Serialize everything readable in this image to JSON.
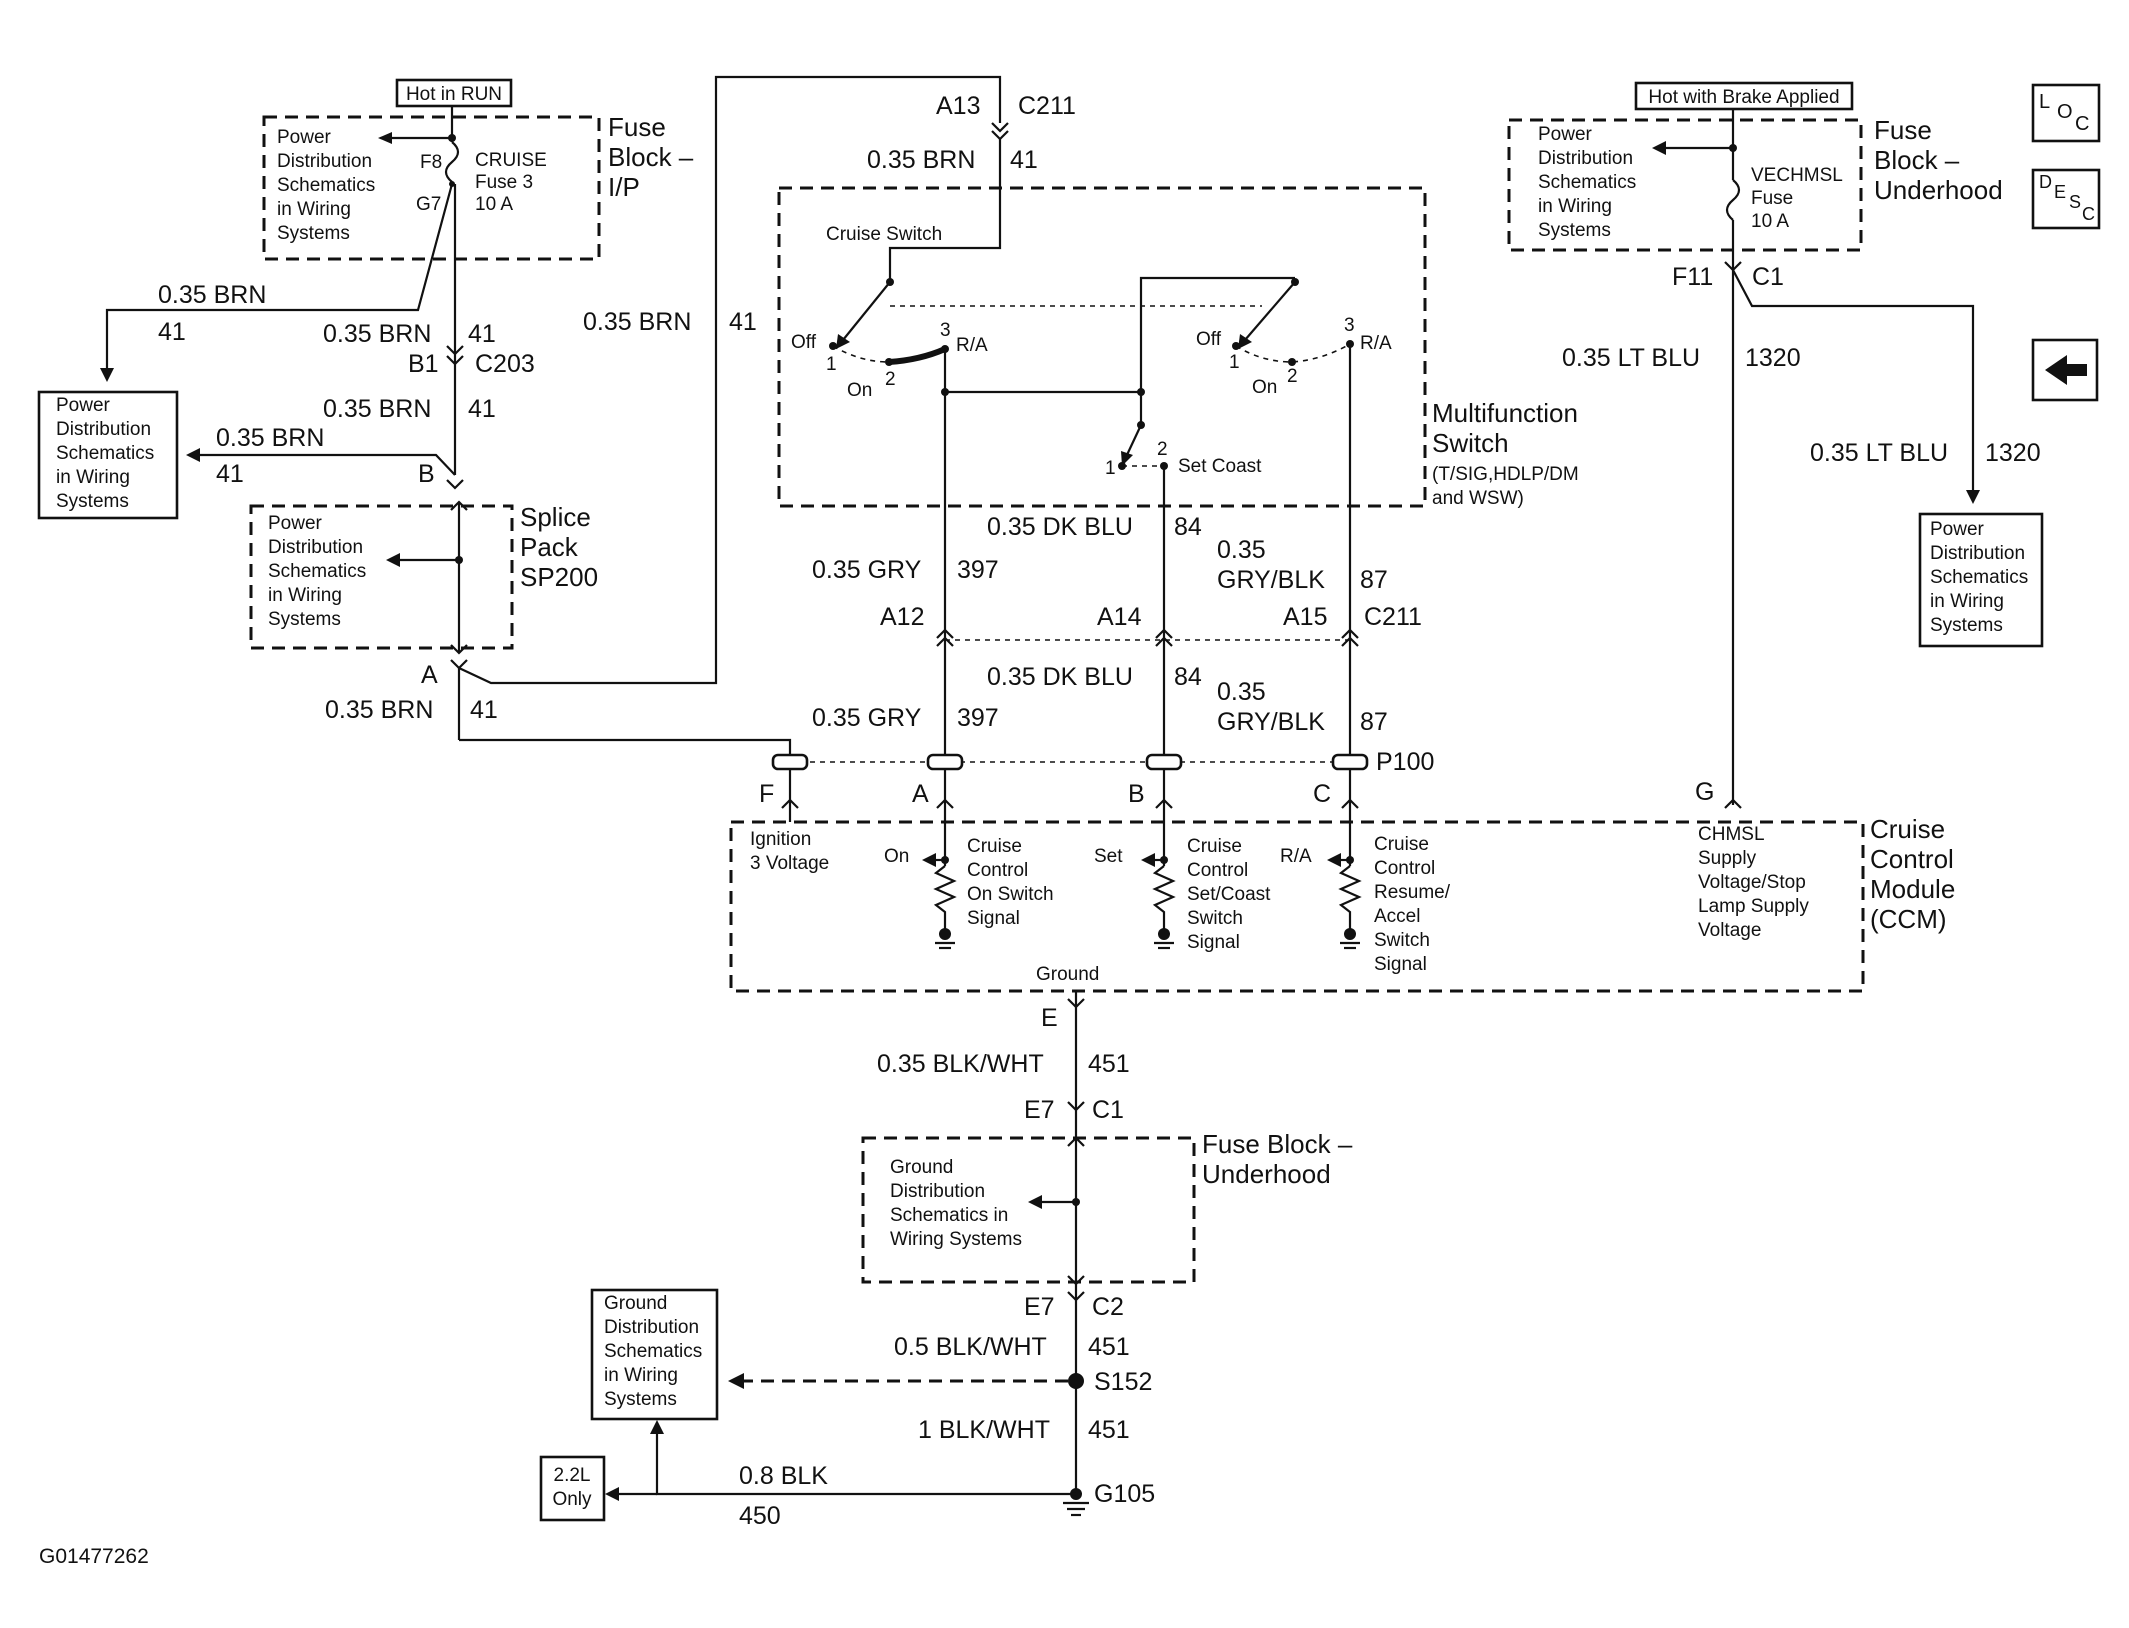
{
  "diagram": {
    "figure_id": "G01477262",
    "hot_in_run": "Hot in RUN",
    "hot_with_brake": "Hot with Brake Applied",
    "loc": {
      "l": "L",
      "o": "O",
      "c": "C"
    },
    "desc": {
      "d": "D",
      "e": "E",
      "s": "S",
      "c": "C"
    },
    "power_dist": [
      "Power",
      "Distribution",
      "Schematics",
      "in Wiring",
      "Systems"
    ],
    "ground_dist_inner": [
      "Ground",
      "Distribution",
      "Schematics in",
      "Wiring Systems"
    ],
    "ground_dist_box": [
      "Ground",
      "Distribution",
      "Schematics",
      "in Wiring",
      "Systems"
    ],
    "fuse_block_ip": [
      "Fuse",
      "Block –",
      "I/P"
    ],
    "fuse_block_uh_top": [
      "Fuse",
      "Block –",
      "Underhood"
    ],
    "fuse_block_uh_mid": [
      "Fuse Block –",
      "Underhood"
    ],
    "cruise_fuse": {
      "pin_in": "F8",
      "pin_out": "G7",
      "name": "CRUISE",
      "fuse": "Fuse 3",
      "amps": "10 A"
    },
    "vechmsl_fuse": {
      "name": "VECHMSL",
      "fuse": "Fuse",
      "amps": "10 A"
    },
    "splice_pack": [
      "Splice",
      "Pack",
      "SP200"
    ],
    "multifunction": {
      "title": [
        "Multifunction",
        "Switch"
      ],
      "sub": [
        "(T/SIG,HDLP/DM",
        "and WSW)"
      ]
    },
    "cruise_switch": "Cruise Switch",
    "set_coast": "Set Coast",
    "sw": {
      "off": "Off",
      "on": "On",
      "ra": "R/A",
      "p1": "1",
      "p2": "2",
      "p3": "3"
    },
    "ccm": {
      "title": [
        "Cruise",
        "Control",
        "Module",
        "(CCM)"
      ],
      "ignition": [
        "Ignition",
        "3 Voltage"
      ],
      "on_switch": [
        "Cruise",
        "Control",
        "On Switch",
        "Signal"
      ],
      "set_switch": [
        "Cruise",
        "Control",
        "Set/Coast",
        "Switch",
        "Signal"
      ],
      "resume_switch": [
        "Cruise",
        "Control",
        "Resume/",
        "Accel",
        "Switch",
        "Signal"
      ],
      "chmsl": [
        "CHMSL",
        "Supply",
        "Voltage/Stop",
        "Lamp Supply",
        "Voltage"
      ],
      "ground": "Ground",
      "out_on": "On",
      "out_set": "Set",
      "out_ra": "R/A"
    },
    "engine_note": [
      "2.2L",
      "Only"
    ],
    "connectors": {
      "a13": "A13",
      "c211": "C211",
      "b1": "B1",
      "c203": "C203",
      "b": "B",
      "a": "A",
      "a12": "A12",
      "a14": "A14",
      "a15": "A15",
      "f11": "F11",
      "c1": "C1",
      "p100": "P100",
      "pf": "F",
      "pa": "A",
      "pb": "B",
      "pc": "C",
      "pg": "G",
      "e": "E",
      "e7": "E7",
      "c2": "C2",
      "s152": "S152",
      "g105": "G105"
    },
    "wires": {
      "brn": "0.35 BRN",
      "c41": "41",
      "ltblu": "0.35 LT BLU",
      "c1320": "1320",
      "dkblu": "0.35 DK BLU",
      "c84": "84",
      "gry": "0.35 GRY",
      "c397": "397",
      "gryblk_a": "0.35",
      "gryblk_b": "GRY/BLK",
      "c87": "87",
      "blkwht35": "0.35 BLK/WHT",
      "blkwht05": "0.5 BLK/WHT",
      "blkwht1": "1 BLK/WHT",
      "c451": "451",
      "blk08": "0.8 BLK",
      "c450": "450"
    }
  }
}
